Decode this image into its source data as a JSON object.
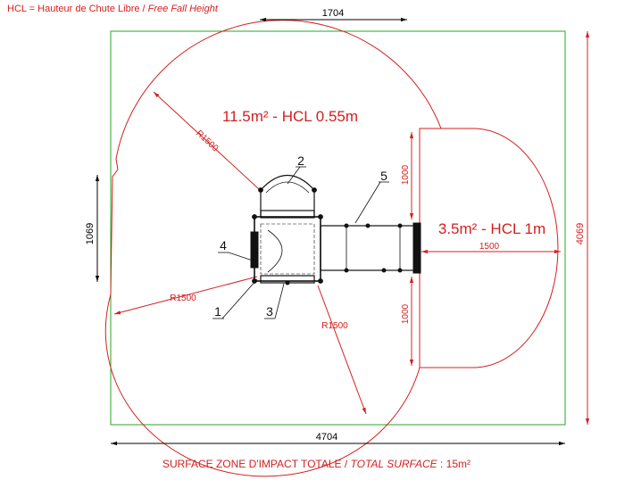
{
  "legend": {
    "prefix": "HCL = Hauteur de Chute Libre / ",
    "english": "Free Fall Height"
  },
  "dimensions": {
    "top_width": "1704",
    "total_width": "4704",
    "height_left": "1069",
    "height_right": "4069",
    "zone_upper": "1000",
    "zone_lower": "1000",
    "zone_width": "1500",
    "radius_1": "R1500",
    "radius_2": "R1500",
    "radius_3": "R1500"
  },
  "zones": {
    "main": "11.5m² - HCL 0.55m",
    "slide": "3.5m² - HCL 1m"
  },
  "callouts": [
    "1",
    "2",
    "3",
    "4",
    "5"
  ],
  "footer": {
    "prefix": "SURFACE ZONE D'IMPACT TOTALE / ",
    "english": "TOTAL SURFACE",
    "suffix": " : 15m²"
  },
  "colors": {
    "impact_line": "#d42020",
    "boundary": "#22aa22",
    "dimension": "#000000",
    "equipment": "#111111"
  }
}
